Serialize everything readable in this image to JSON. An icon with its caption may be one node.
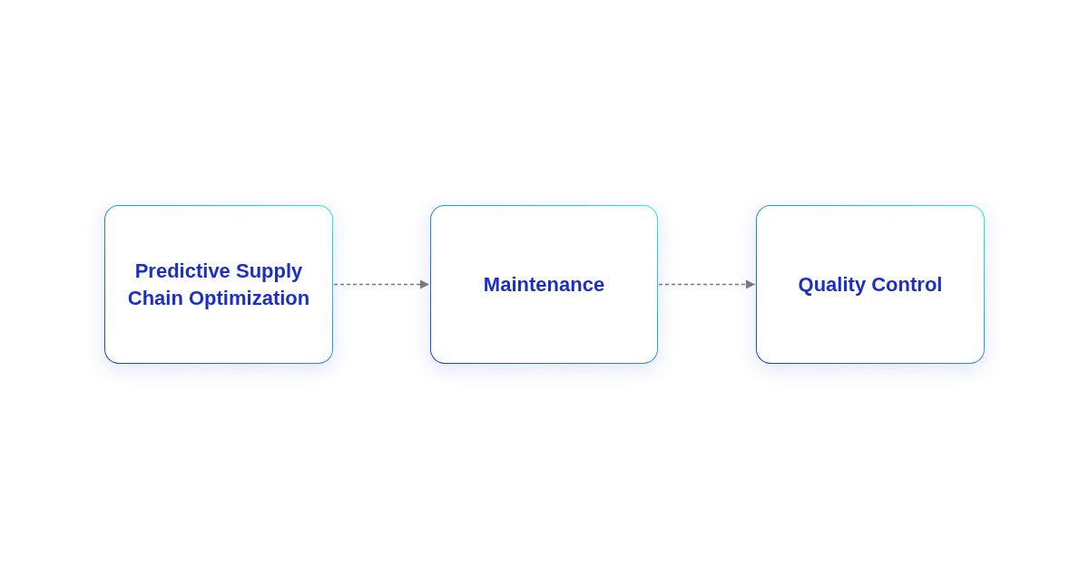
{
  "diagram": {
    "nodes": [
      {
        "text": [
          "Predictive Supply Chain Optimization"
        ]
      },
      {
        "text": [
          "Maintenance"
        ]
      },
      {
        "text": [
          "Quality Control"
        ]
      }
    ],
    "edges": [
      {
        "from": 0,
        "to": 1,
        "arrow": "to",
        "style": "dashed"
      },
      {
        "from": 1,
        "to": 2,
        "arrow": "to",
        "style": "dashed"
      }
    ]
  }
}
